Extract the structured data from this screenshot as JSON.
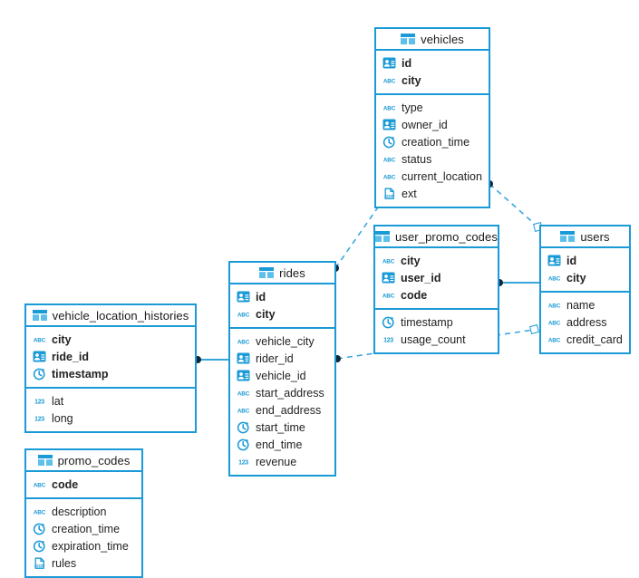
{
  "diagram": {
    "title": "database-schema",
    "accent_color": "#1a9ad6",
    "edge_color": "#3aa7e0",
    "marker_color": "#10263a",
    "background": "#ffffff",
    "icons": {
      "table": "table-grid-icon",
      "uuid": "id-card-icon",
      "string": "abc-string-icon",
      "timestamp": "clock-icon",
      "number": "123-number-icon",
      "json": "json-icon"
    }
  },
  "tables": [
    {
      "id": "vehicles",
      "name": "vehicles",
      "primary_key": [
        {
          "name": "id",
          "type": "uuid"
        },
        {
          "name": "city",
          "type": "string"
        }
      ],
      "columns": [
        {
          "name": "type",
          "type": "string"
        },
        {
          "name": "owner_id",
          "type": "uuid"
        },
        {
          "name": "creation_time",
          "type": "timestamp"
        },
        {
          "name": "status",
          "type": "string"
        },
        {
          "name": "current_location",
          "type": "string"
        },
        {
          "name": "ext",
          "type": "json"
        }
      ]
    },
    {
      "id": "user_promo_codes",
      "name": "user_promo_codes",
      "primary_key": [
        {
          "name": "city",
          "type": "string"
        },
        {
          "name": "user_id",
          "type": "uuid"
        },
        {
          "name": "code",
          "type": "string"
        }
      ],
      "columns": [
        {
          "name": "timestamp",
          "type": "timestamp"
        },
        {
          "name": "usage_count",
          "type": "number"
        }
      ]
    },
    {
      "id": "users",
      "name": "users",
      "primary_key": [
        {
          "name": "id",
          "type": "uuid"
        },
        {
          "name": "city",
          "type": "string"
        }
      ],
      "columns": [
        {
          "name": "name",
          "type": "string"
        },
        {
          "name": "address",
          "type": "string"
        },
        {
          "name": "credit_card",
          "type": "string"
        }
      ]
    },
    {
      "id": "rides",
      "name": "rides",
      "primary_key": [
        {
          "name": "id",
          "type": "uuid"
        },
        {
          "name": "city",
          "type": "string"
        }
      ],
      "columns": [
        {
          "name": "vehicle_city",
          "type": "string"
        },
        {
          "name": "rider_id",
          "type": "uuid"
        },
        {
          "name": "vehicle_id",
          "type": "uuid"
        },
        {
          "name": "start_address",
          "type": "string"
        },
        {
          "name": "end_address",
          "type": "string"
        },
        {
          "name": "start_time",
          "type": "timestamp"
        },
        {
          "name": "end_time",
          "type": "timestamp"
        },
        {
          "name": "revenue",
          "type": "number"
        }
      ]
    },
    {
      "id": "vehicle_location_histories",
      "name": "vehicle_location_histories",
      "primary_key": [
        {
          "name": "city",
          "type": "string"
        },
        {
          "name": "ride_id",
          "type": "uuid"
        },
        {
          "name": "timestamp",
          "type": "timestamp"
        }
      ],
      "columns": [
        {
          "name": "lat",
          "type": "number"
        },
        {
          "name": "long",
          "type": "number"
        }
      ]
    },
    {
      "id": "promo_codes",
      "name": "promo_codes",
      "primary_key": [
        {
          "name": "code",
          "type": "string"
        }
      ],
      "columns": [
        {
          "name": "description",
          "type": "string"
        },
        {
          "name": "creation_time",
          "type": "timestamp"
        },
        {
          "name": "expiration_time",
          "type": "timestamp"
        },
        {
          "name": "rules",
          "type": "json"
        }
      ]
    }
  ],
  "relationships": [
    {
      "id": "rides-vehicles",
      "from": "rides",
      "to": "vehicles",
      "style": "dashed"
    },
    {
      "id": "vehicles-users",
      "from": "vehicles",
      "to": "users",
      "style": "dashed"
    },
    {
      "id": "rides-users",
      "from": "rides",
      "to": "users",
      "style": "dashed"
    },
    {
      "id": "upc-users",
      "from": "user_promo_codes",
      "to": "users",
      "style": "solid"
    },
    {
      "id": "vlh-rides",
      "from": "vehicle_location_histories",
      "to": "rides",
      "style": "solid"
    }
  ]
}
